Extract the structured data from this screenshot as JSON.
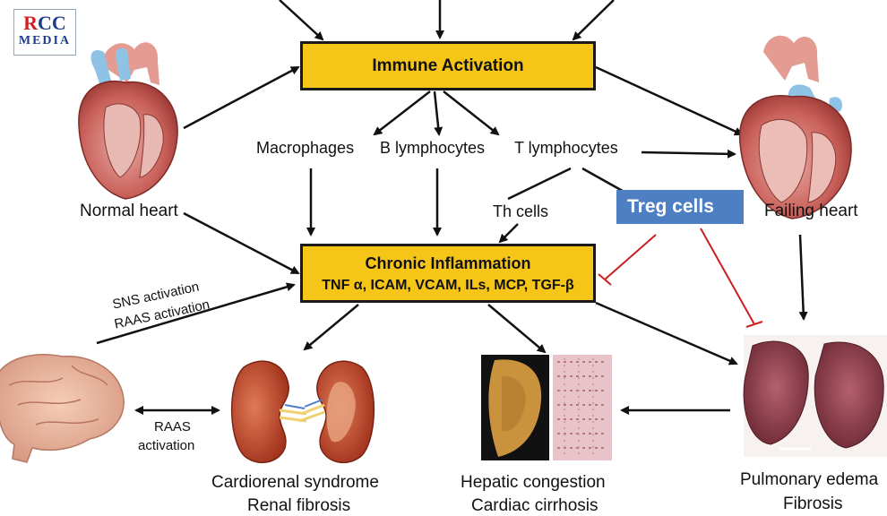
{
  "logo": {
    "line1_r": "R",
    "line1_cc": "CC",
    "line2": "MEDIA"
  },
  "boxes": {
    "immune": "Immune Activation",
    "chronic_title": "Chronic Inflammation",
    "chronic_sub": "TNF α, ICAM, VCAM, ILs, MCP, TGF-β"
  },
  "cells": {
    "macrophages": "Macrophages",
    "b_lymphocytes": "B lymphocytes",
    "t_lymphocytes": "T lymphocytes",
    "th_cells": "Th cells",
    "treg_cells": "Treg cells"
  },
  "organs": {
    "normal_heart": "Normal heart",
    "failing_heart": "Failing heart",
    "cardiorenal": "Cardiorenal syndrome",
    "renal_fibrosis": "Renal fibrosis",
    "hepatic": "Hepatic congestion",
    "cirrhosis": "Cardiac cirrhosis",
    "pulmonary": "Pulmonary edema",
    "fibrosis": "Fibrosis"
  },
  "signals": {
    "sns": "SNS activation",
    "raas": "RAAS activation",
    "raas_short_1": "RAAS",
    "raas_short_2": "activation"
  },
  "colors": {
    "box_fill": "#f5c518",
    "treg_fill": "#4f7fc3",
    "inhibit": "#cc1f1f"
  }
}
